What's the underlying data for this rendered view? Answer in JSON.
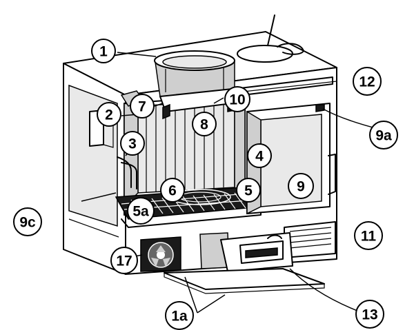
{
  "callouts": [
    {
      "id": "c1",
      "label": "1"
    },
    {
      "id": "c2",
      "label": "2"
    },
    {
      "id": "c7",
      "label": "7"
    },
    {
      "id": "c10",
      "label": "10"
    },
    {
      "id": "c12",
      "label": "12"
    },
    {
      "id": "c8",
      "label": "8"
    },
    {
      "id": "c3",
      "label": "3"
    },
    {
      "id": "c9a",
      "label": "9a"
    },
    {
      "id": "c4",
      "label": "4"
    },
    {
      "id": "c6",
      "label": "6"
    },
    {
      "id": "c5",
      "label": "5"
    },
    {
      "id": "c9",
      "label": "9"
    },
    {
      "id": "c9c",
      "label": "9c"
    },
    {
      "id": "c5a",
      "label": "5a"
    },
    {
      "id": "c11",
      "label": "11"
    },
    {
      "id": "c17",
      "label": "17"
    },
    {
      "id": "c1a",
      "label": "1a"
    },
    {
      "id": "c13",
      "label": "13"
    }
  ]
}
